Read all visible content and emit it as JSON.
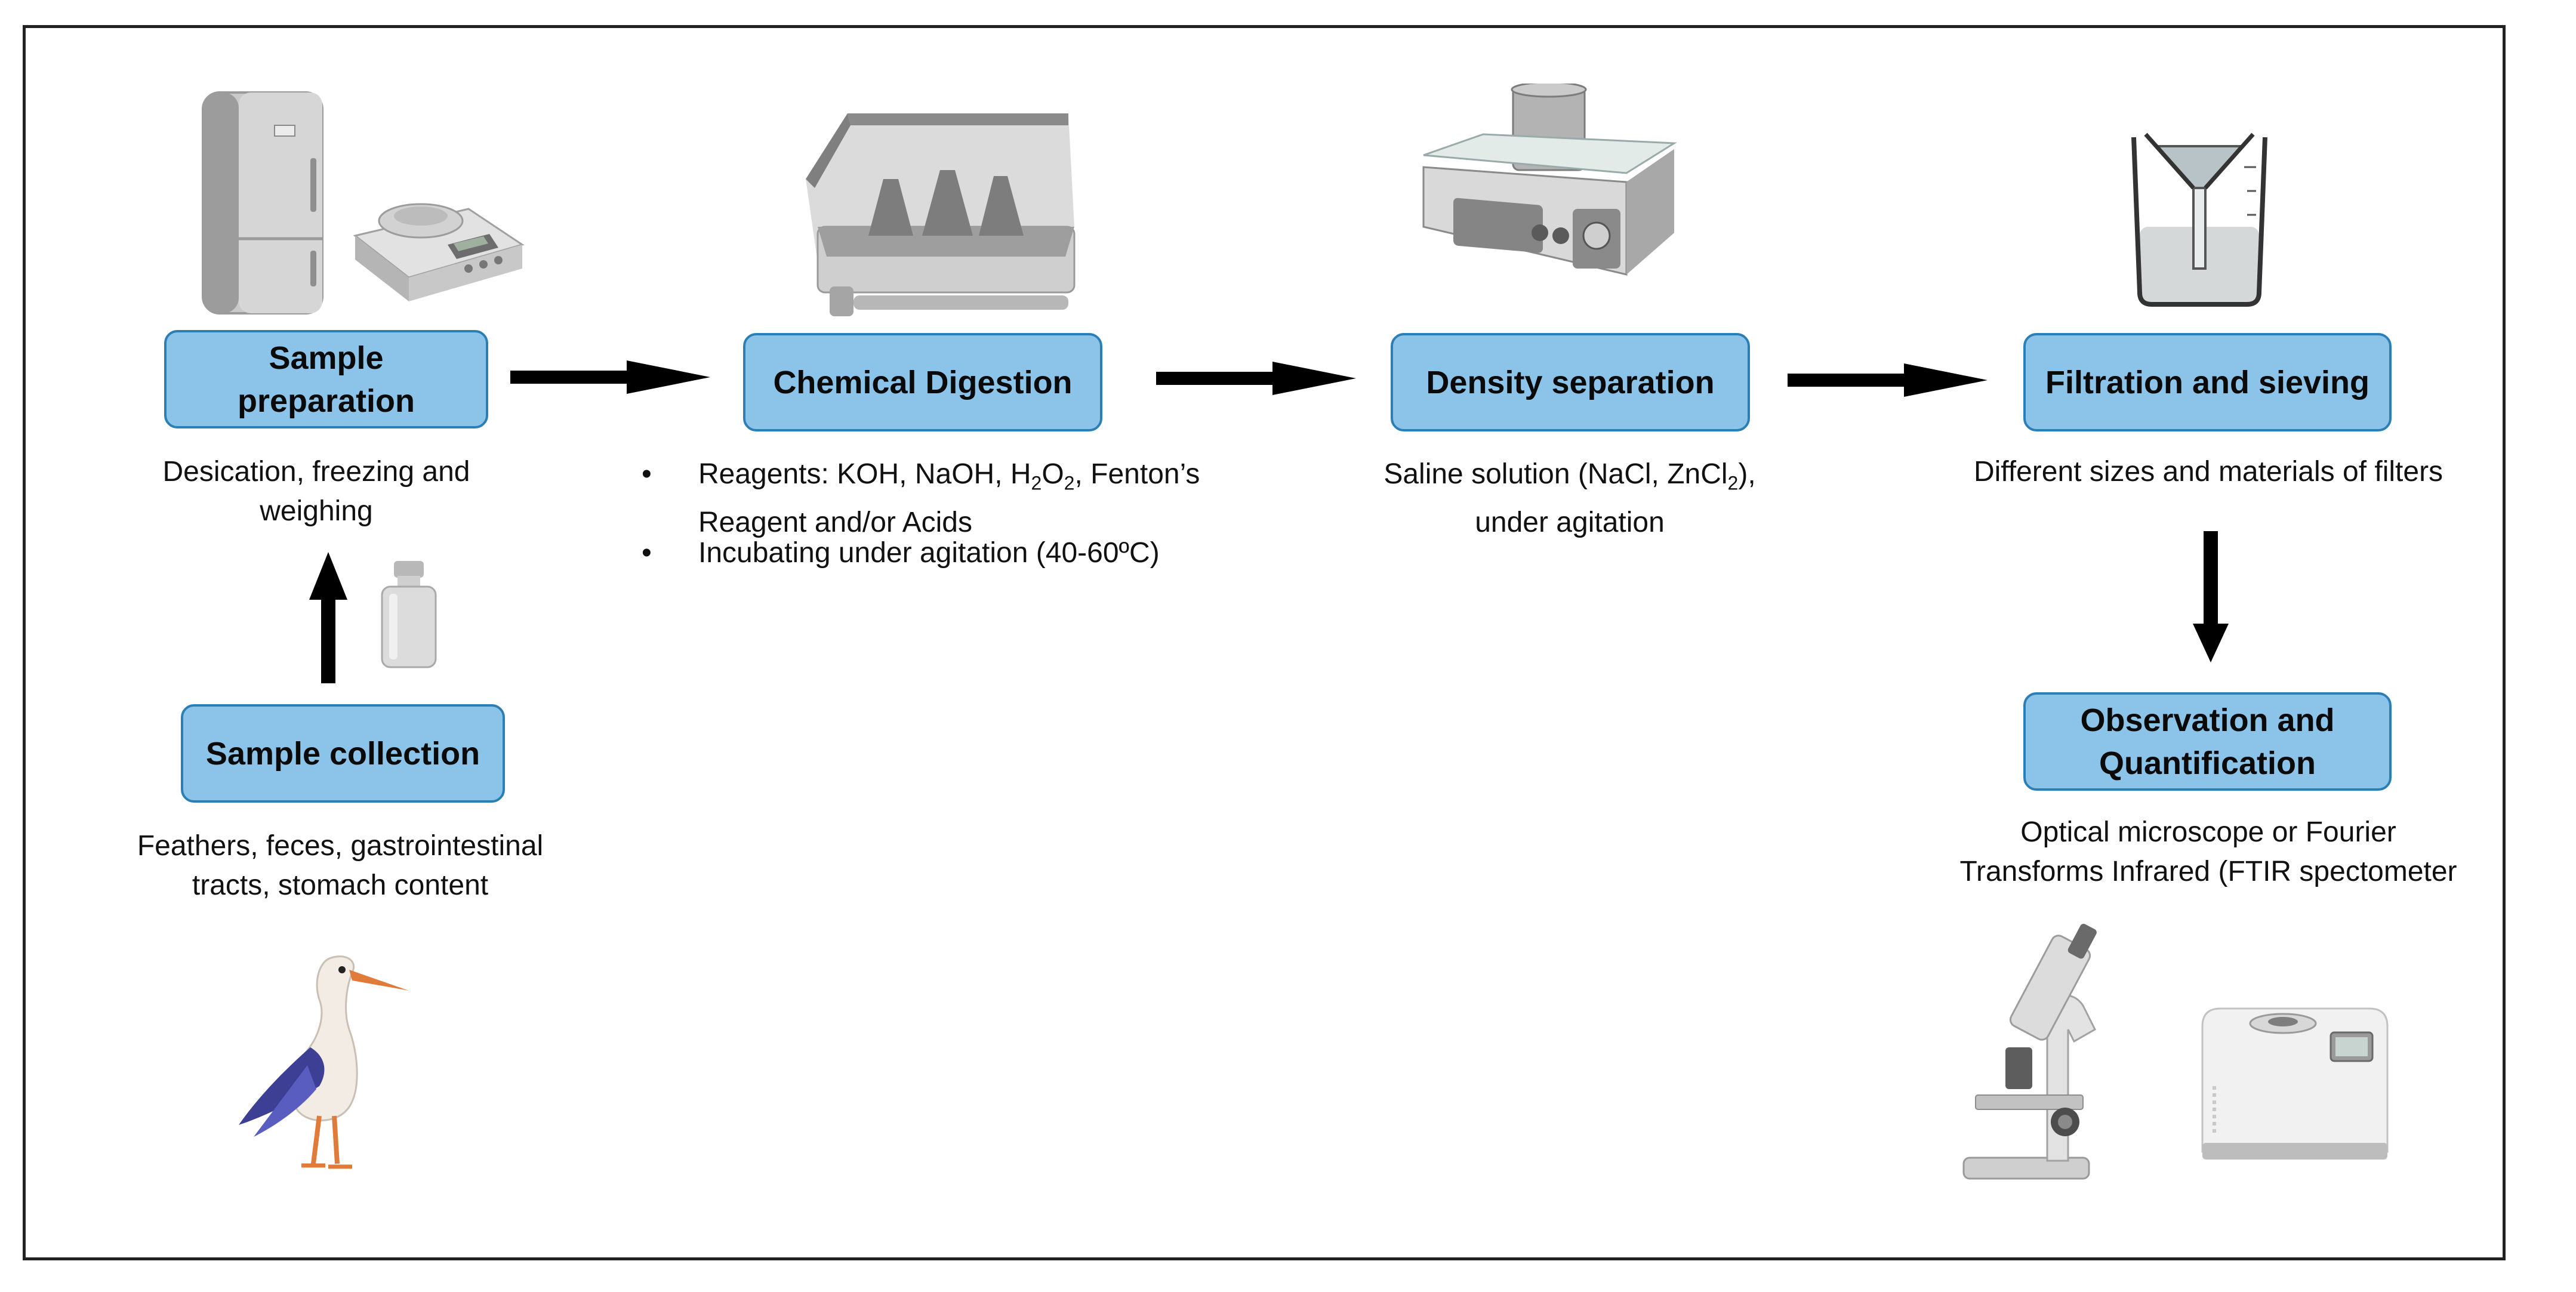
{
  "steps": {
    "sample_preparation": {
      "title_line1": "Sample",
      "title_line2": "preparation",
      "desc_line1": "Desication, freezing and",
      "desc_line2": "weighing"
    },
    "sample_collection": {
      "title": "Sample collection",
      "desc_line1": "Feathers, feces, gastrointestinal",
      "desc_line2": "tracts, stomach content"
    },
    "chemical_digestion": {
      "title": "Chemical Digestion",
      "bullet_marker": "•",
      "reagents_prefix": "Reagents: KOH, NaOH, H",
      "sub_2a": "2",
      "o_char": "O",
      "sub_2b": "2",
      "reagents_suffix": ", Fenton’s",
      "reagents_line2": "Reagent and/or Acids",
      "incubating": "Incubating under agitation (40-60ºC)"
    },
    "density_separation": {
      "title": "Density separation",
      "desc_prefix": "Saline solution (NaCl, ZnCl",
      "desc_sub": "2",
      "desc_suffix": "),",
      "desc_line2": "under agitation"
    },
    "filtration": {
      "title": "Filtration and sieving",
      "desc": "Different sizes and materials of filters"
    },
    "observation": {
      "title_line1": "Observation and",
      "title_line2": "Quantification",
      "desc_line1": "Optical microscope or Fourier",
      "desc_line2": "Transforms Infrared (FTIR spectometer"
    }
  },
  "illustrations": [
    "refrigerator-icon",
    "balance-icon",
    "incubator-shaker-icon",
    "vial-icon",
    "stirring-plate-icon",
    "filter-funnel-icon",
    "stork-icon",
    "microscope-icon",
    "ftir-spectrometer-icon"
  ],
  "colors": {
    "box_fill": "#8cc3e8",
    "box_border": "#2b7fb4",
    "arrow": "#000000"
  }
}
